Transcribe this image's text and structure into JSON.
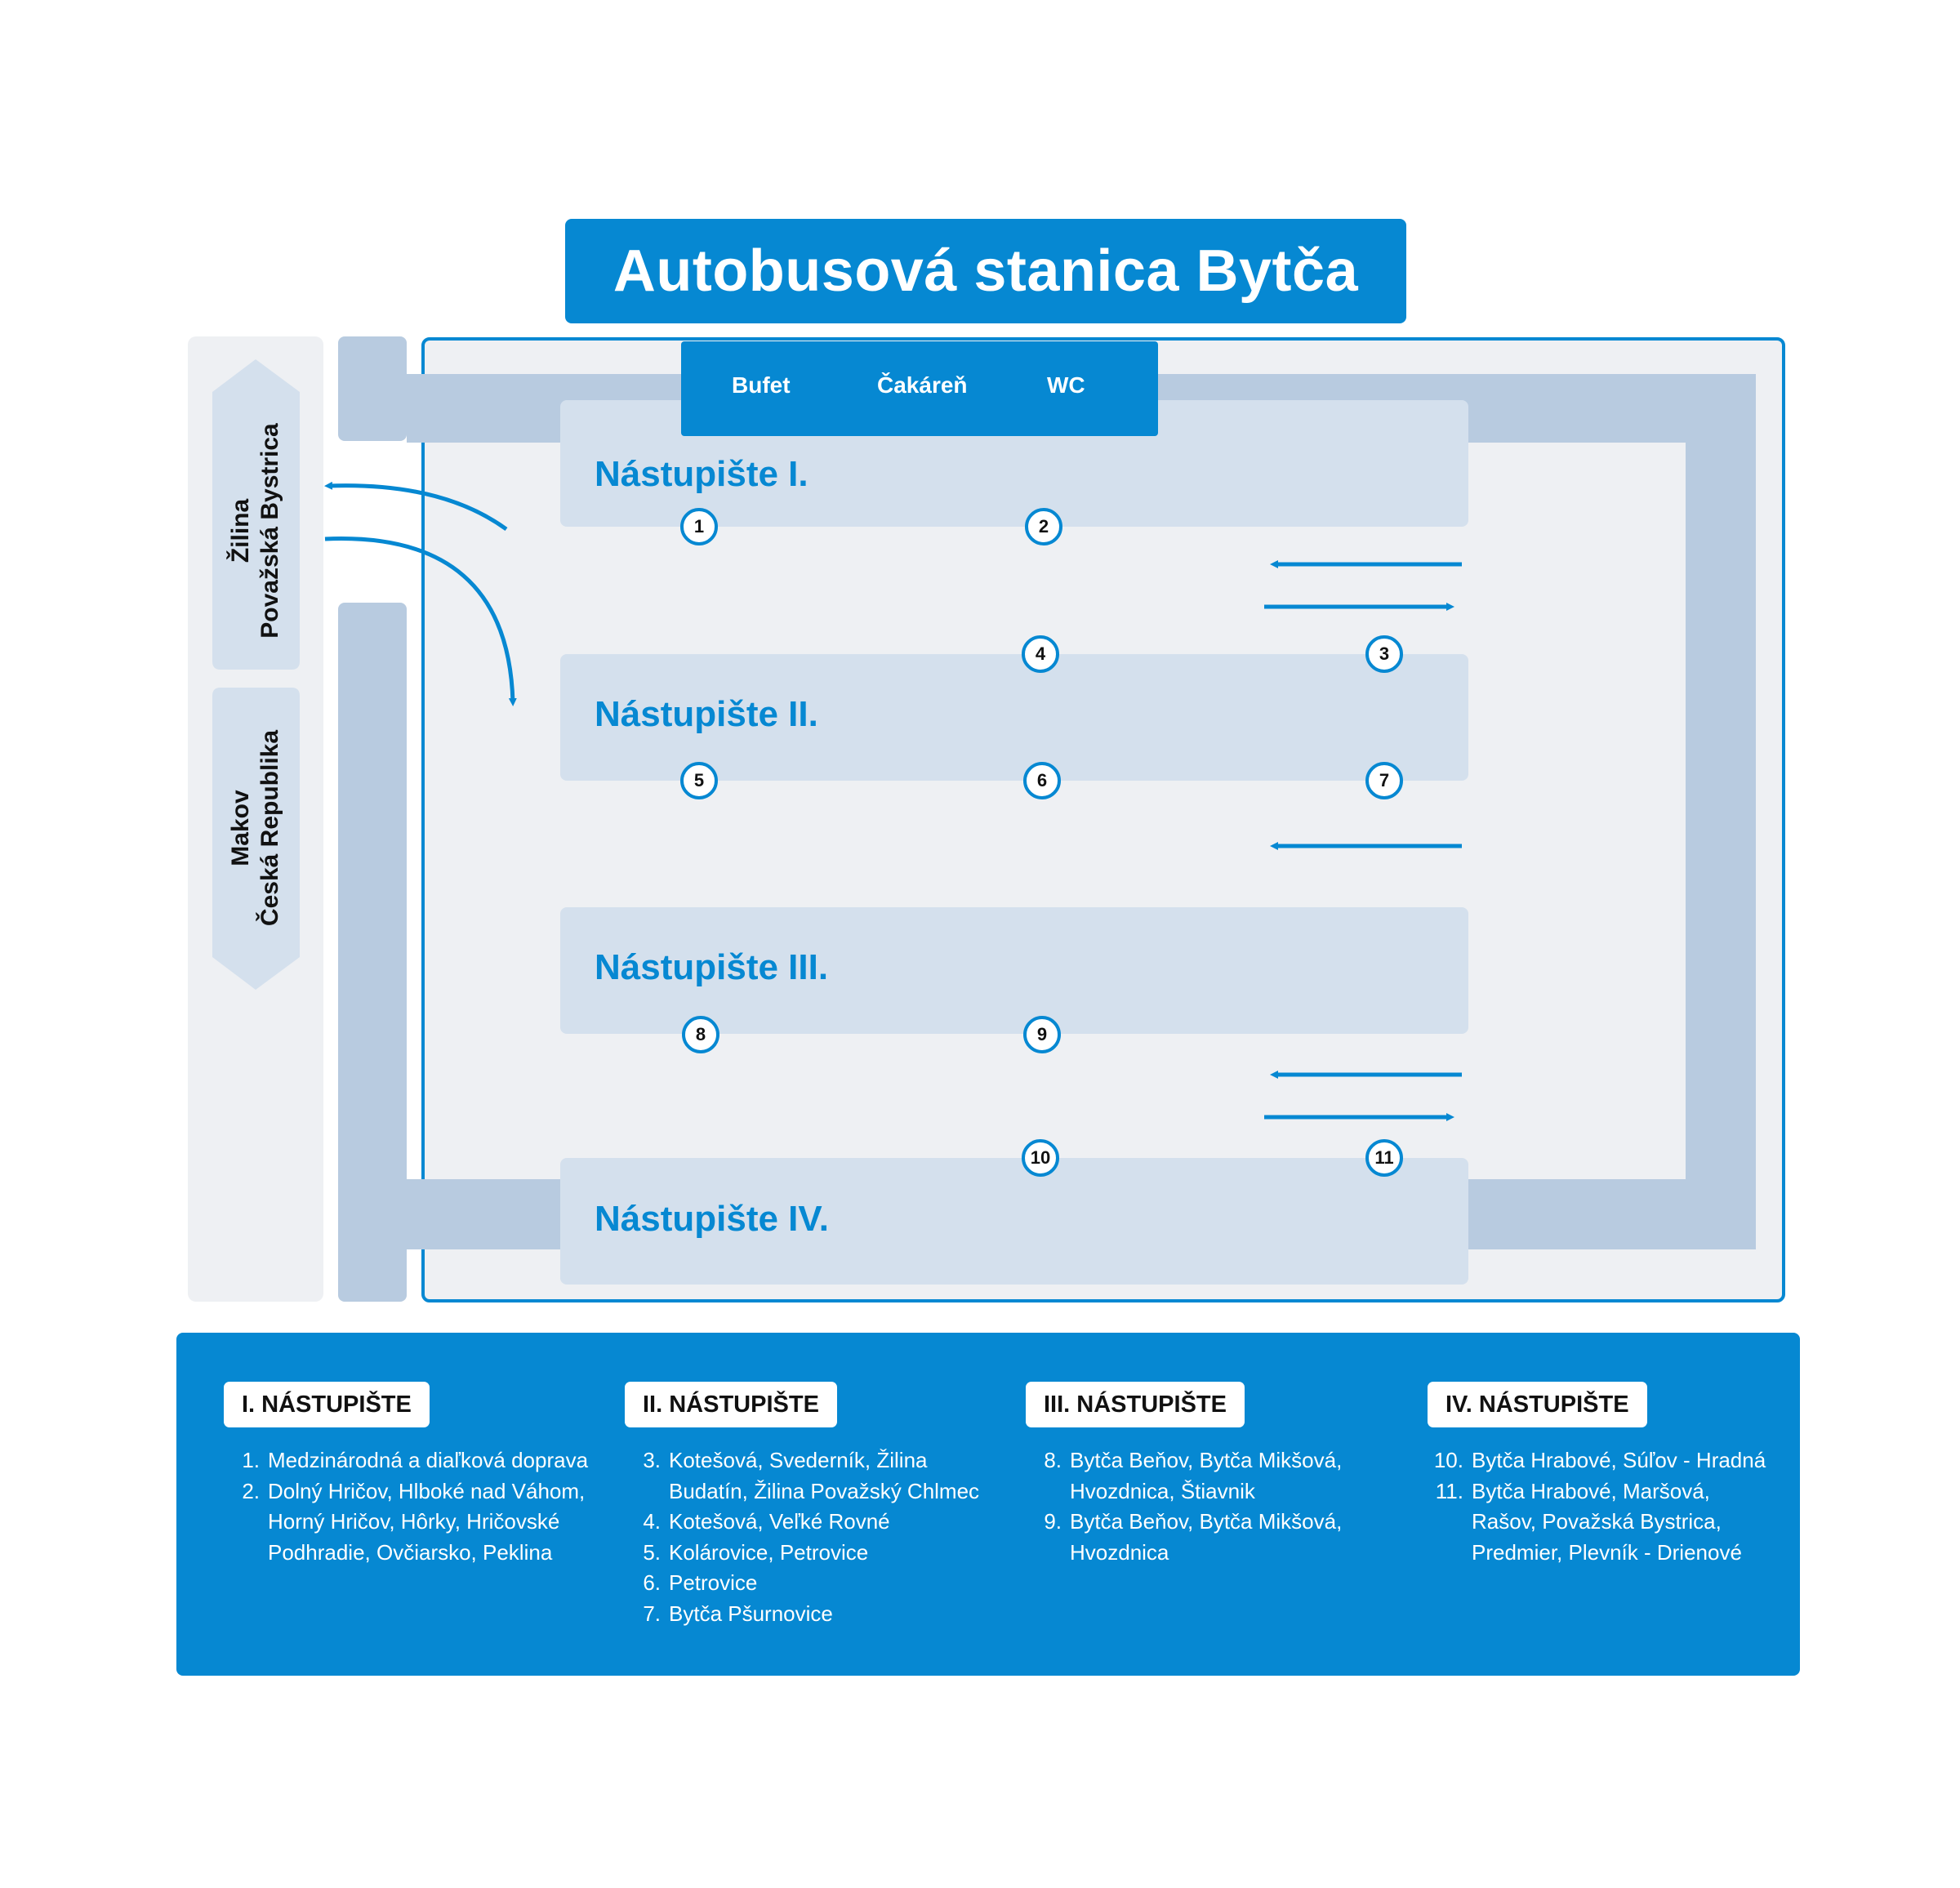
{
  "title": "Autobusová stanica Bytča",
  "facilities": [
    "Bufet",
    "Čakáreň",
    "WC"
  ],
  "directions": {
    "north": [
      "Žilina",
      "Považská Bystrica"
    ],
    "south": [
      "Makov",
      "Česká Republika"
    ]
  },
  "platforms": [
    "Nástupište I.",
    "Nástupište II.",
    "Nástupište III.",
    "Nástupište IV."
  ],
  "stops": [
    "1",
    "2",
    "3",
    "4",
    "5",
    "6",
    "7",
    "8",
    "9",
    "10",
    "11"
  ],
  "legend": [
    {
      "heading": "I. NÁSTUPIŠTE",
      "items": [
        {
          "n": "1.",
          "lines": [
            "Medzinárodná a diaľková doprava"
          ]
        },
        {
          "n": "2.",
          "lines": [
            "Dolný Hričov, Hlboké nad Váhom,",
            "Horný Hričov, Hôrky, Hričovské",
            "Podhradie, Ovčiarsko, Peklina"
          ]
        }
      ]
    },
    {
      "heading": "II. NÁSTUPIŠTE",
      "items": [
        {
          "n": "3.",
          "lines": [
            "Kotešová, Svederník, Žilina",
            "Budatín, Žilina Považský Chlmec"
          ]
        },
        {
          "n": "4.",
          "lines": [
            "Kotešová, Veľké Rovné"
          ]
        },
        {
          "n": "5.",
          "lines": [
            "Kolárovice, Petrovice"
          ]
        },
        {
          "n": "6.",
          "lines": [
            "Petrovice"
          ]
        },
        {
          "n": "7.",
          "lines": [
            "Bytča Pšurnovice"
          ]
        }
      ]
    },
    {
      "heading": "III. NÁSTUPIŠTE",
      "items": [
        {
          "n": "8.",
          "lines": [
            "Bytča Beňov, Bytča Mikšová,",
            "Hvozdnica, Štiavnik"
          ]
        },
        {
          "n": "9.",
          "lines": [
            "Bytča Beňov, Bytča Mikšová,",
            "Hvozdnica"
          ]
        }
      ]
    },
    {
      "heading": "IV. NÁSTUPIŠTE",
      "items": [
        {
          "n": "10.",
          "lines": [
            "Bytča Hrabové, Súľov - Hradná"
          ]
        },
        {
          "n": "11.",
          "lines": [
            "Bytča Hrabové, Maršová,",
            "Rašov, Považská Bystrica,",
            "Predmier, Plevník - Drienové"
          ]
        }
      ]
    }
  ],
  "colors": {
    "accent": "#0688d2",
    "road": "#b8cbe0",
    "platform": "#d4e0ed",
    "ground": "#eef0f3"
  }
}
